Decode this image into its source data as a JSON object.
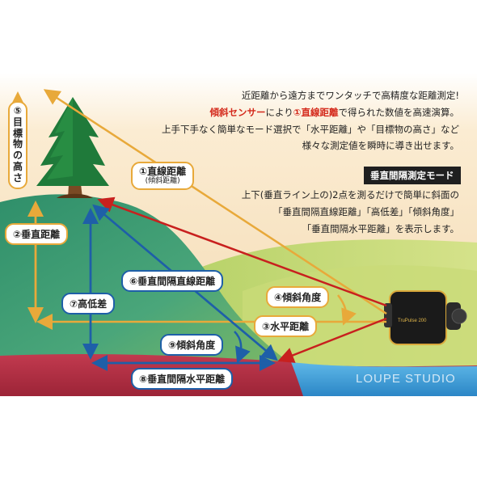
{
  "intro": {
    "line1": "近距離から遠方までワンタッチで高精度な距離測定!",
    "line2_a": "傾斜センサー",
    "line2_b": "により",
    "line2_c": "①直線距離",
    "line2_d": "で得られた数値を高速演算。",
    "line3": "上手下手なく簡単なモード選択で「水平距離」や「目標物の高さ」など",
    "line4": "様々な測定値を瞬時に導き出せます。"
  },
  "mode": {
    "title": "垂直間隔測定モード",
    "line1": "上下(垂直ライン上の)2点を測るだけで簡単に斜面の",
    "line2": "「垂直間隔直線距離」「高低差」「傾斜角度」",
    "line3": "「垂直間隔水平距離」を表示します。"
  },
  "labels": {
    "l1": "①直線距離",
    "l1_sub": "(傾斜距離)",
    "l2": "②垂直距離",
    "l3": "③水平距離",
    "l4": "④傾斜角度",
    "l5": "⑤目標物の高さ",
    "l6": "⑥垂直間隔直線距離",
    "l7": "⑦高低差",
    "l8": "⑧垂直間隔水平距離",
    "l9": "⑨傾斜角度"
  },
  "device_text": "TruPulse 200",
  "watermark": "LOUPE STUDIO",
  "colors": {
    "sky_top": "#f7e3c0",
    "orange": "#e8a93a",
    "blue": "#1e5fa8",
    "red": "#c8201e",
    "highlight": "#d42a1c",
    "green_hill": "#3f9a72",
    "ground": "#b8314a"
  }
}
